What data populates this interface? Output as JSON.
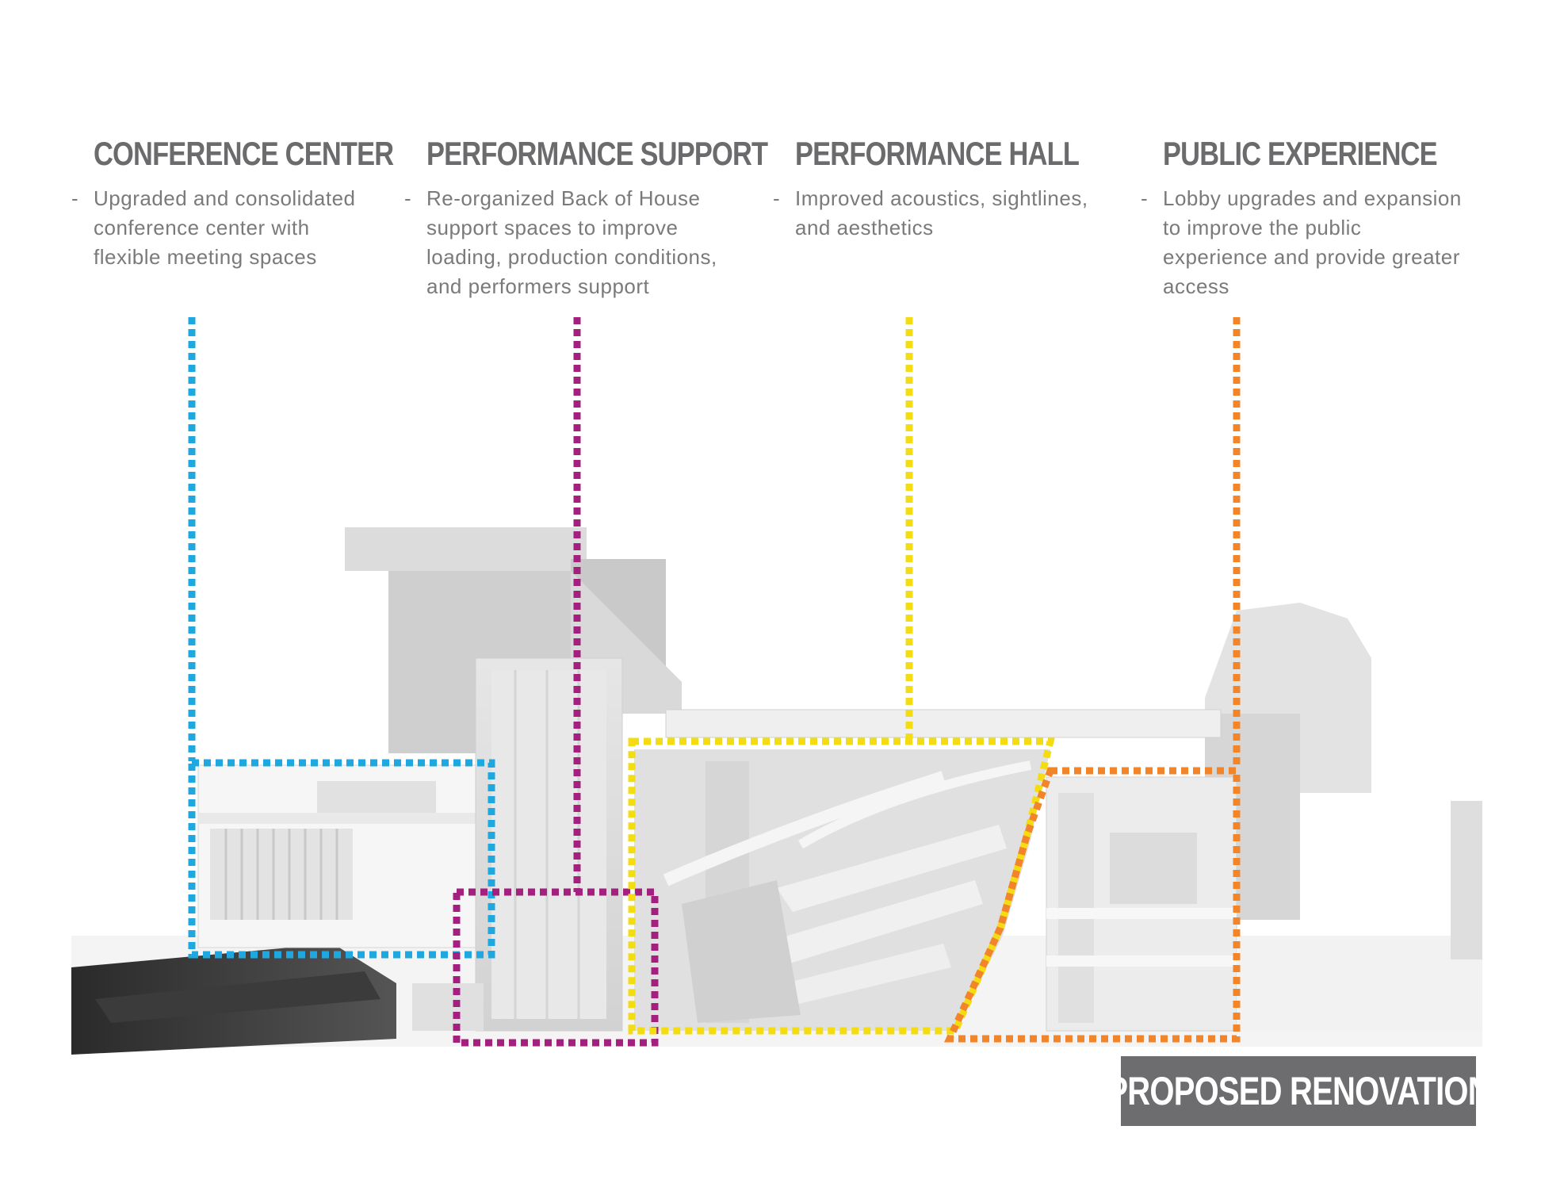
{
  "columns": [
    {
      "id": "conference-center",
      "title": "CONFERENCE CENTER",
      "bullet": "-",
      "description": "Upgraded and consolidated\nconference center with\nflexible meeting spaces",
      "color": "#1fa8e0"
    },
    {
      "id": "performance-support",
      "title": "PERFORMANCE SUPPORT",
      "bullet": "-",
      "description": "Re-organized Back of House\nsupport spaces to improve\nloading, production conditions,\nand performers support",
      "color": "#a3207e"
    },
    {
      "id": "performance-hall",
      "title": "PERFORMANCE HALL",
      "bullet": "-",
      "description": "Improved acoustics, sightlines,\nand aesthetics",
      "color": "#f4dc12"
    },
    {
      "id": "public-experience",
      "title": "PUBLIC EXPERIENCE",
      "bullet": "-",
      "description": "Lobby upgrades and expansion\nto improve the public\nexperience and provide greater\naccess",
      "color": "#f2852a"
    }
  ],
  "badge": {
    "label": "PROPOSED RENOVATION",
    "background": "#6d6d6f"
  }
}
